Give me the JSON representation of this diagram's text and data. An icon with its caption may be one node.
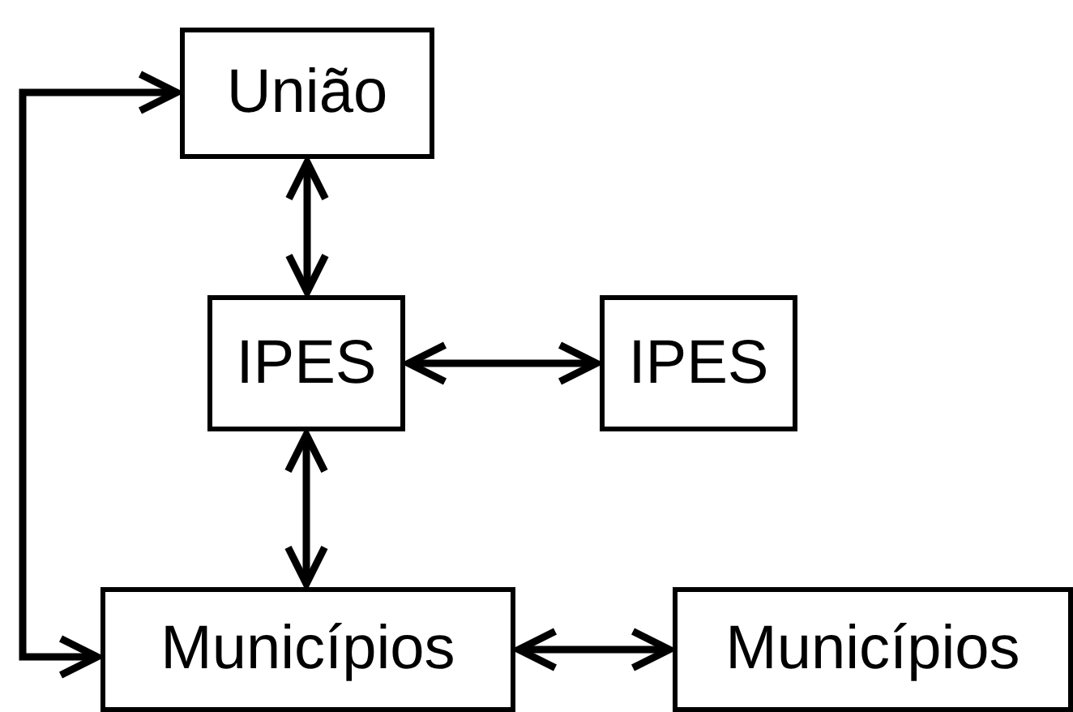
{
  "diagram": {
    "nodes": [
      {
        "text": [
          "União"
        ]
      },
      {
        "text": [
          "IPES"
        ]
      },
      {
        "text": [
          "IPES"
        ]
      },
      {
        "text": [
          "Municípios"
        ]
      },
      {
        "text": [
          "Municípios"
        ]
      }
    ],
    "edges": [
      {
        "from": 0,
        "to": 1,
        "arrow": "both"
      },
      {
        "from": 1,
        "to": 2,
        "arrow": "both"
      },
      {
        "from": 1,
        "to": 3,
        "arrow": "both"
      },
      {
        "from": 3,
        "to": 4,
        "arrow": "both"
      },
      {
        "from": 3,
        "to": 0,
        "arrow": "both"
      }
    ]
  }
}
